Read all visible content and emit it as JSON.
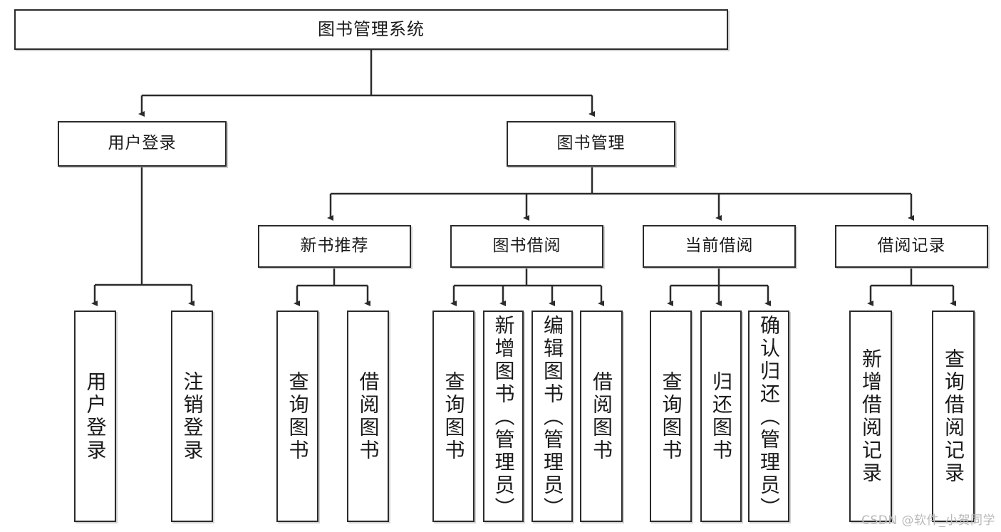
{
  "diagram": {
    "title": "图书管理系统",
    "watermark": "CSDN @软件_小贺同学",
    "line_color": "#2b2b2b",
    "box_fill": "#ffffff",
    "text_color": "#1a1a1a"
  },
  "nodes": {
    "root": {
      "label": "图书管理系统"
    },
    "level2": [
      {
        "label": "用户登录"
      },
      {
        "label": "图书管理"
      }
    ],
    "level3": [
      {
        "label": "新书推荐"
      },
      {
        "label": "图书借阅"
      },
      {
        "label": "当前借阅"
      },
      {
        "label": "借阅记录"
      }
    ],
    "leaves": {
      "user_login": [
        {
          "label": "用户登录"
        },
        {
          "label": "注销登录"
        }
      ],
      "new_book": [
        {
          "label": "查询图书"
        },
        {
          "label": "借阅图书"
        }
      ],
      "book_borrow": [
        {
          "label": "查询图书"
        },
        {
          "label": "新增图书（管理员）"
        },
        {
          "label": "编辑图书（管理员）"
        },
        {
          "label": "借阅图书"
        }
      ],
      "current_borrow": [
        {
          "label": "查询图书"
        },
        {
          "label": "归还图书"
        },
        {
          "label": "确认归还（管理员）"
        }
      ],
      "borrow_record": [
        {
          "label": "新增借阅记录"
        },
        {
          "label": "查询借阅记录"
        }
      ]
    }
  }
}
